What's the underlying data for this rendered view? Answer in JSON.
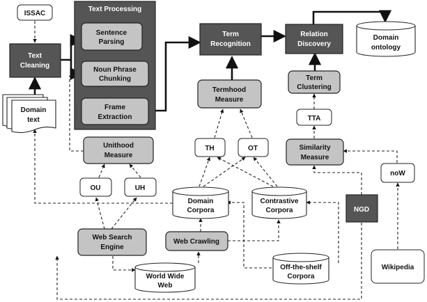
{
  "nodes": {
    "issac": "ISSAC",
    "text_processing": "Text Processing",
    "sentence_parsing": [
      "Sentence",
      "Parsing"
    ],
    "noun_phrase_chunking": [
      "Noun Phrase",
      "Chunking"
    ],
    "frame_extraction": [
      "Frame",
      "Extraction"
    ],
    "text_cleaning": [
      "Text",
      "Cleaning"
    ],
    "domain_text": [
      "Domain",
      "text"
    ],
    "term_recognition": [
      "Term",
      "Recognition"
    ],
    "relation_discovery": [
      "Relation",
      "Discovery"
    ],
    "domain_ontology": [
      "Domain",
      "ontology"
    ],
    "termhood_measure": [
      "Termhood",
      "Measure"
    ],
    "term_clustering": [
      "Term",
      "Clustering"
    ],
    "tta": "TTA",
    "th": "TH",
    "ot": "OT",
    "similarity_measure": [
      "Similarity",
      "Measure"
    ],
    "unithood_measure": [
      "Unithood",
      "Measure"
    ],
    "ou": "OU",
    "uh": "UH",
    "domain_corpora": [
      "Domain",
      "Corpora"
    ],
    "contrastive_corpora": [
      "Contrastive",
      "Corpora"
    ],
    "now": "noW",
    "ngd": "NGD",
    "web_search_engine": [
      "Web Search",
      "Engine"
    ],
    "web_crawling": "Web Crawling",
    "world_wide_web": [
      "World Wide",
      "Web"
    ],
    "off_the_shelf_corpora": [
      "Off-the-shelf",
      "Corpora"
    ],
    "wikipedia": "Wikipedia"
  }
}
